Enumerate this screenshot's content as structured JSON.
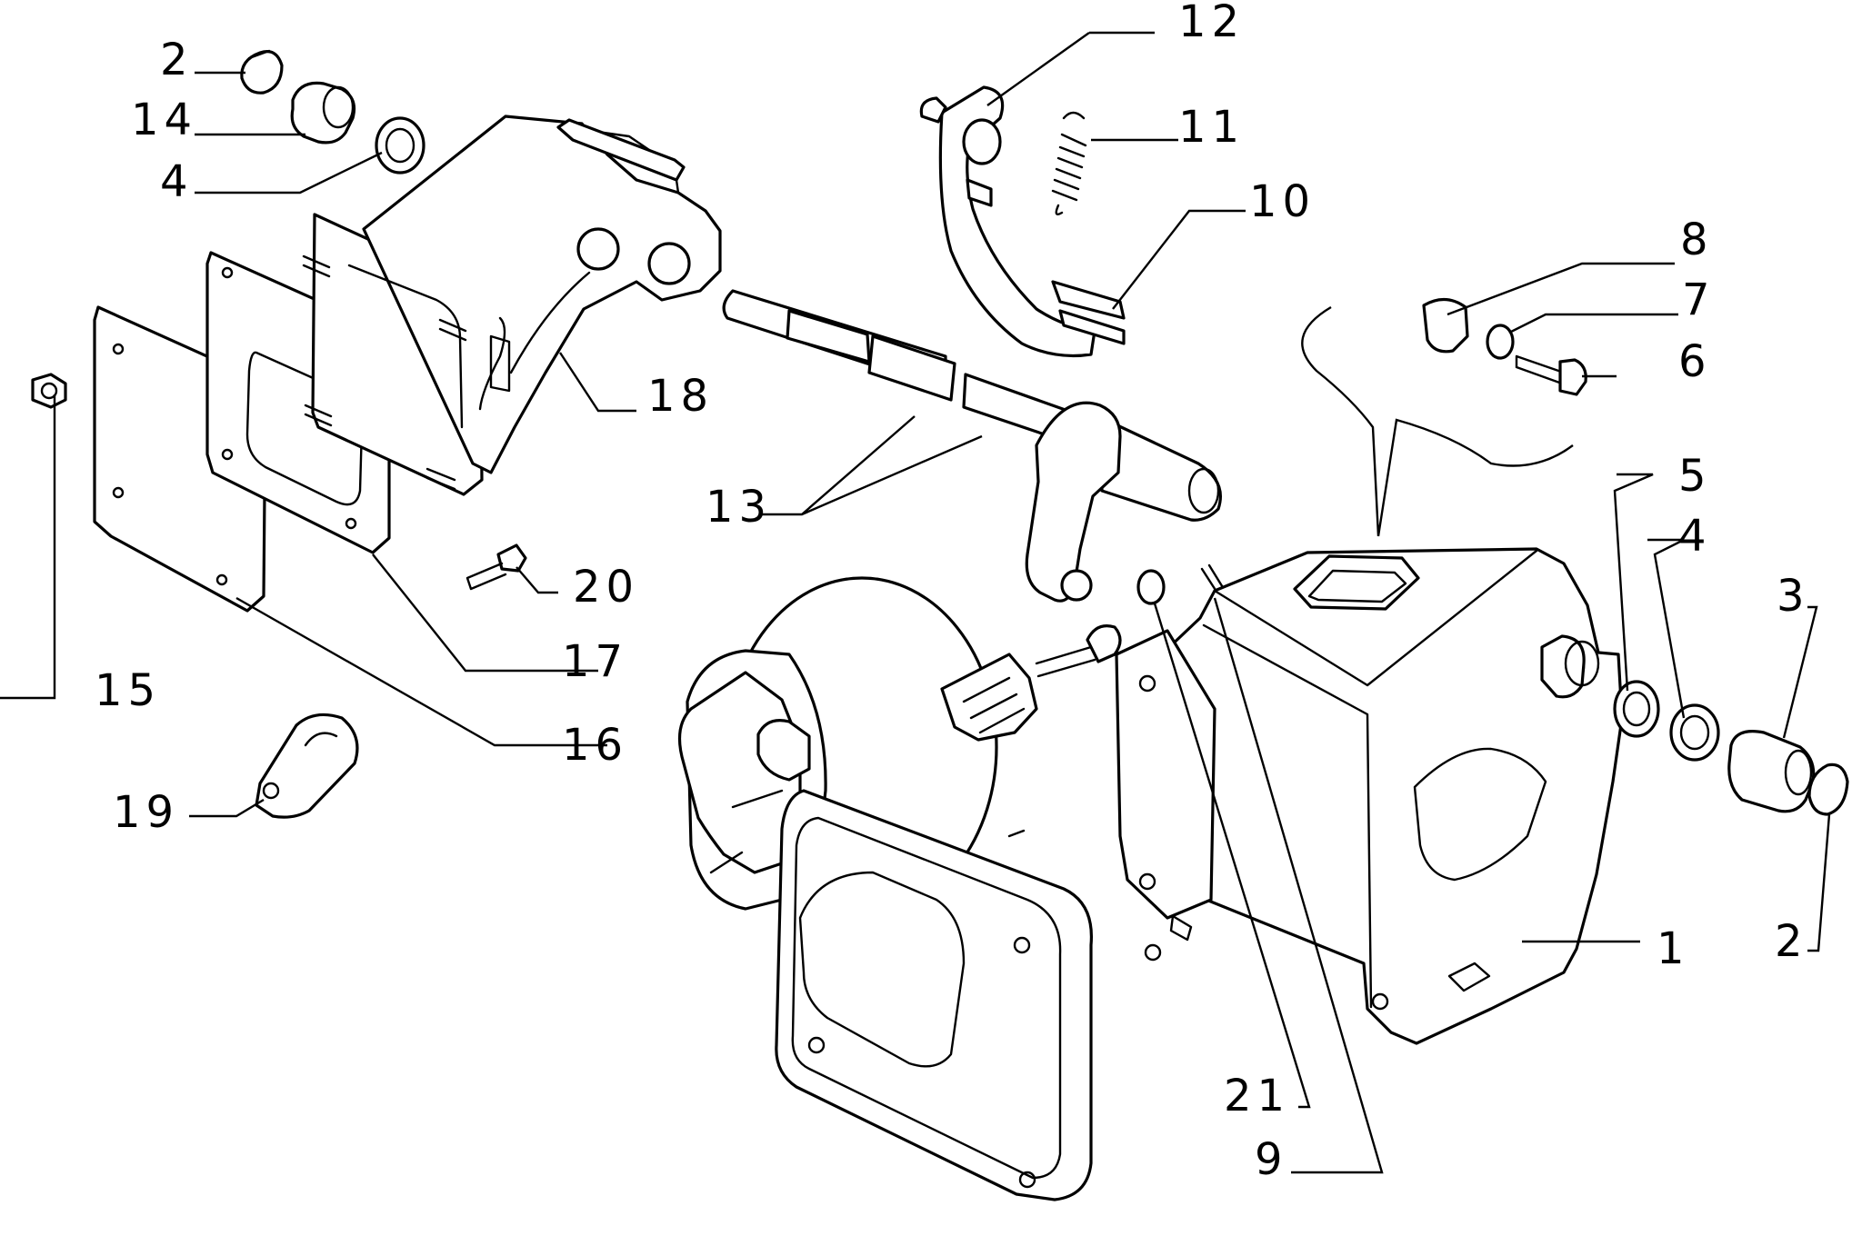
{
  "callouts": [
    {
      "id": "c1",
      "label": "1"
    },
    {
      "id": "c2a",
      "label": "2"
    },
    {
      "id": "c2b",
      "label": "2"
    },
    {
      "id": "c3",
      "label": "3"
    },
    {
      "id": "c4a",
      "label": "4"
    },
    {
      "id": "c4b",
      "label": "4"
    },
    {
      "id": "c5",
      "label": "5"
    },
    {
      "id": "c6",
      "label": "6"
    },
    {
      "id": "c7",
      "label": "7"
    },
    {
      "id": "c8",
      "label": "8"
    },
    {
      "id": "c9",
      "label": "9"
    },
    {
      "id": "c10",
      "label": "10"
    },
    {
      "id": "c11",
      "label": "11"
    },
    {
      "id": "c12",
      "label": "12"
    },
    {
      "id": "c13",
      "label": "13"
    },
    {
      "id": "c14",
      "label": "14"
    },
    {
      "id": "c15",
      "label": "15"
    },
    {
      "id": "c16",
      "label": "16"
    },
    {
      "id": "c17",
      "label": "17"
    },
    {
      "id": "c18",
      "label": "18"
    },
    {
      "id": "c19",
      "label": "19"
    },
    {
      "id": "c20",
      "label": "20"
    },
    {
      "id": "c21",
      "label": "21"
    }
  ]
}
